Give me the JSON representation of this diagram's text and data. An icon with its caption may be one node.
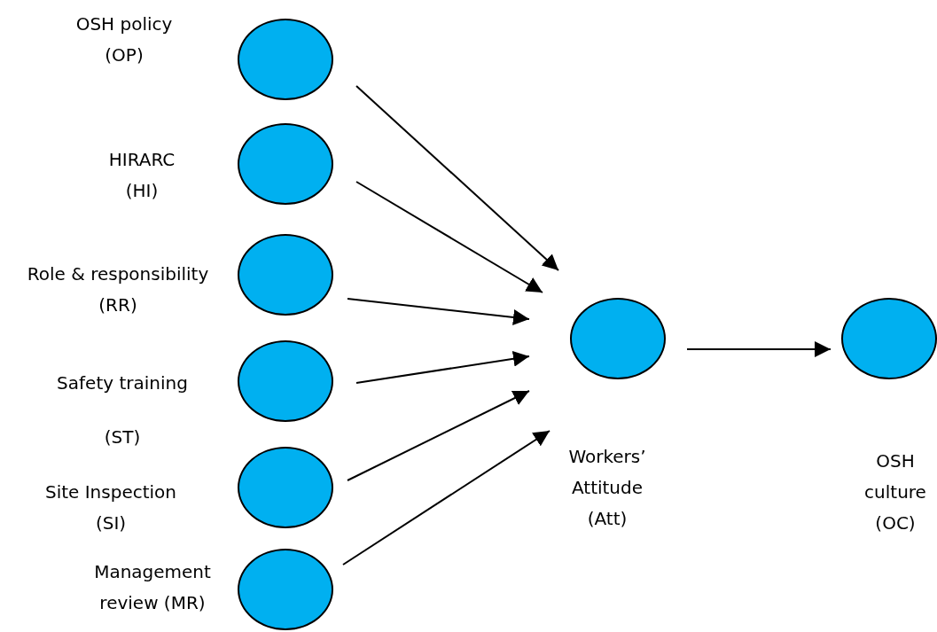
{
  "diagram": {
    "nodes": [
      {
        "text": [
          "OSH policy (OP)"
        ]
      },
      {
        "text": [
          "HIRARC (HI)"
        ]
      },
      {
        "text": [
          "Role & responsibility (RR)"
        ]
      },
      {
        "text": [
          "Safety training",
          "(ST)"
        ]
      },
      {
        "text": [
          "Site Inspection (SI)"
        ]
      },
      {
        "text": [
          "Management review (MR)"
        ]
      },
      {
        "text": [
          "Workers’ Attitude (Att)"
        ]
      },
      {
        "text": [
          "OSH culture (OC)"
        ]
      }
    ],
    "edges": [
      {
        "from": 0,
        "to": 6,
        "arrow": "to"
      },
      {
        "from": 1,
        "to": 6,
        "arrow": "to"
      },
      {
        "from": 2,
        "to": 6,
        "arrow": "to"
      },
      {
        "from": 3,
        "to": 6,
        "arrow": "to"
      },
      {
        "from": 4,
        "to": 6,
        "arrow": "to"
      },
      {
        "from": 5,
        "to": 6,
        "arrow": "to"
      },
      {
        "from": 6,
        "to": 7,
        "arrow": "to"
      }
    ]
  }
}
